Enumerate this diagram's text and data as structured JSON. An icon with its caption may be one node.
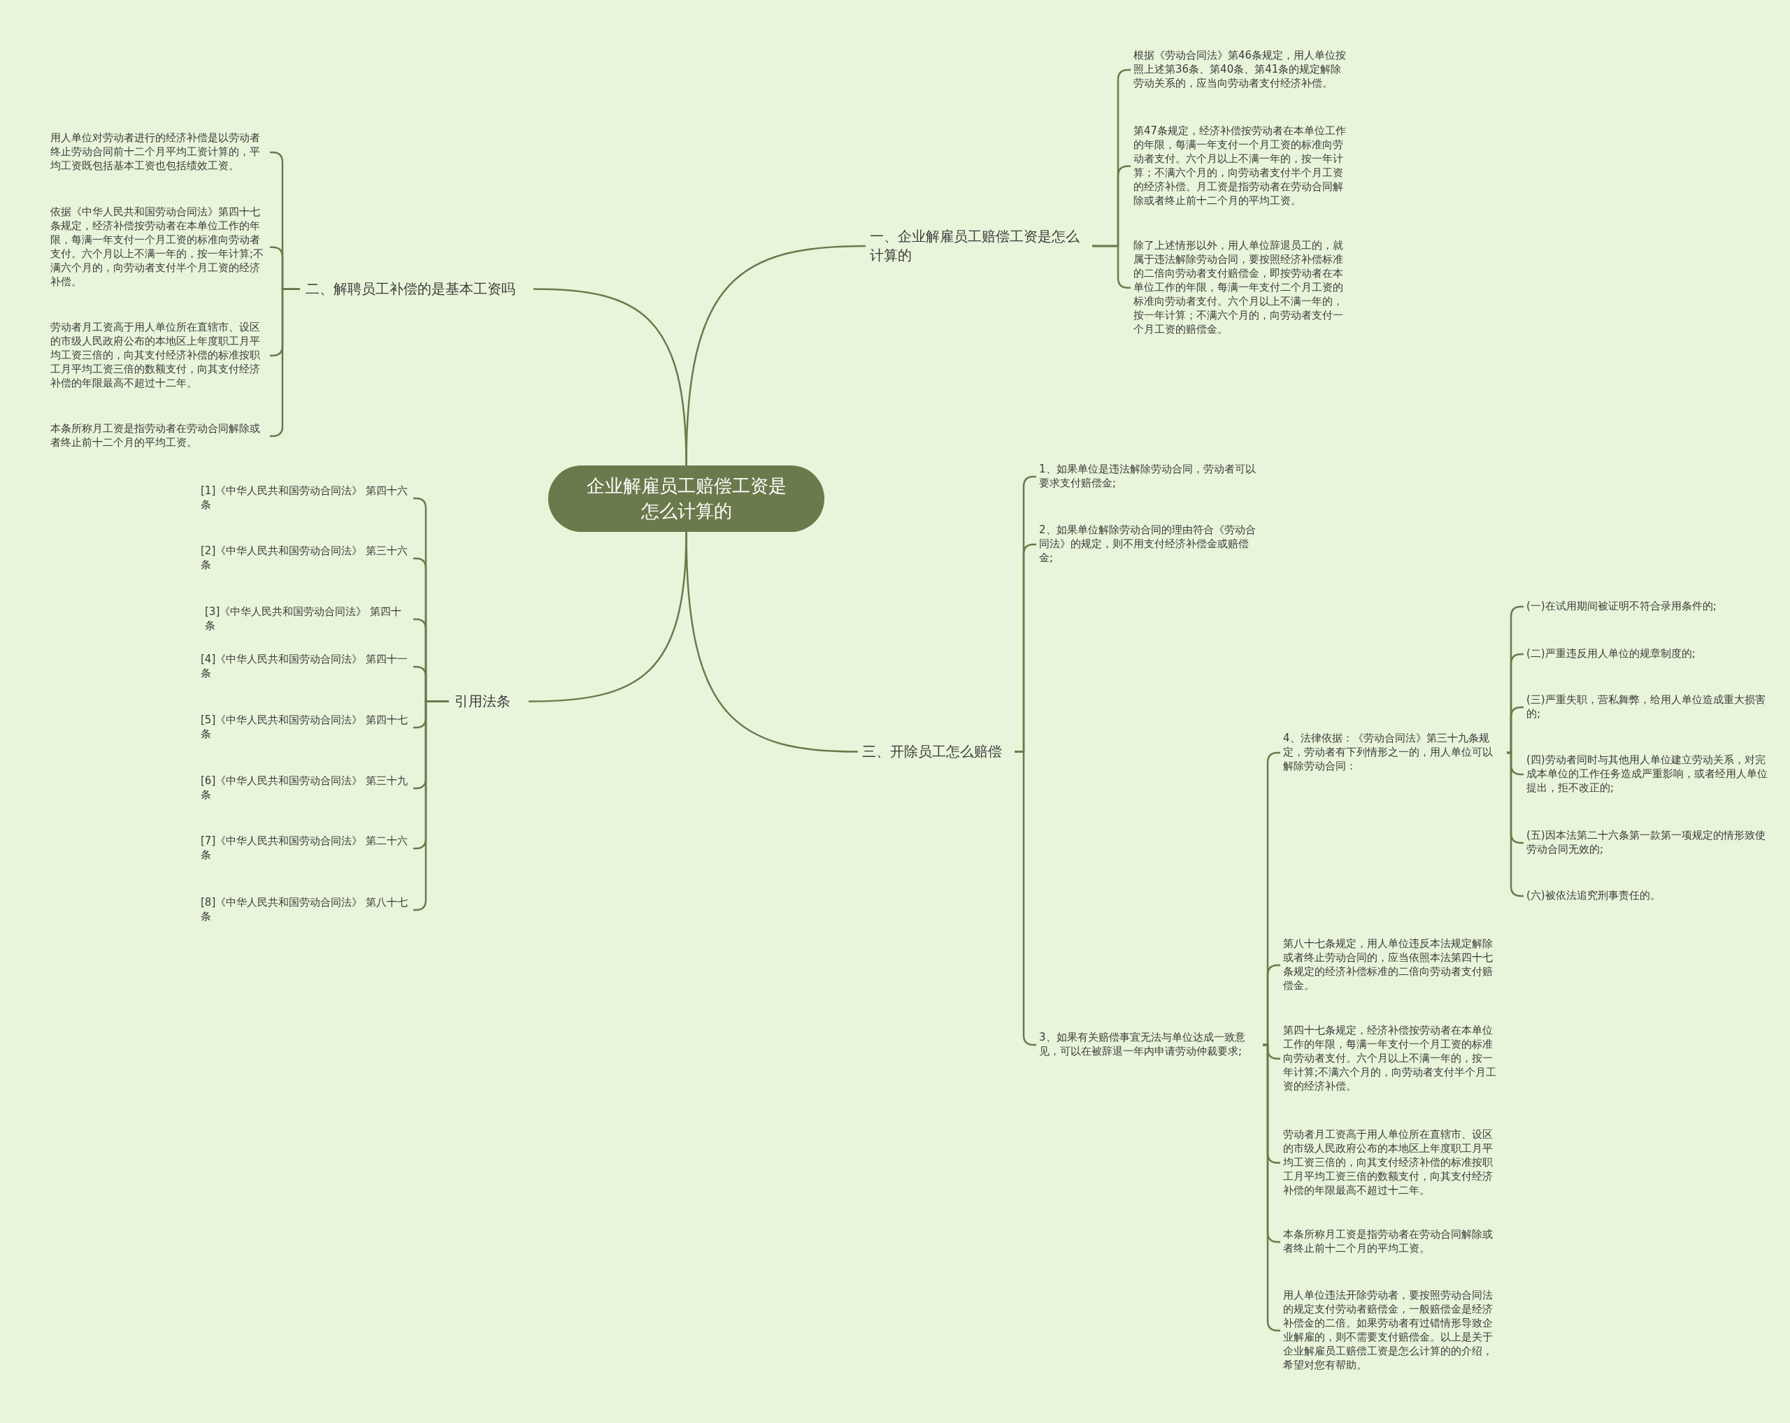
{
  "diagram": {
    "nodes": [
      {
        "text": [
          "企业解雇员工赔偿工资是怎么计算的"
        ]
      },
      {
        "text": [
          "一、企业解雇员工赔偿工资是怎么计算的"
        ]
      },
      {
        "text": [
          "根据《劳动合同法》第46条规定，用人单位按照上述第36条、第40条、第41条的规定解除劳动关系的，应当向劳动者支付经济补偿。"
        ]
      },
      {
        "text": [
          "第47条规定，经济补偿按劳动者在本单位工作的年限，每满一年支付一个月工资的标准向劳动者支付。六个月以上不满一年的，按一年计算；不满六个月的，向劳动者支付半个月工资的经济补偿。月工资是指劳动者在劳动合同解除或者终止前十二个月的平均工资。"
        ]
      },
      {
        "text": [
          "除了上述情形以外，用人单位辞退员工的，就属于违法解除劳动合同，要按照经济补偿标准的二倍向劳动者支付赔偿金，即按劳动者在本单位工作的年限，每满一年支付二个月工资的标准向劳动者支付。六个月以上不满一年的，按一年计算；不满六个月的，向劳动者支付一个月工资的赔偿金。"
        ]
      },
      {
        "text": [
          "二、解聘员工补偿的是基本工资吗"
        ]
      },
      {
        "text": [
          "用人单位对劳动者进行的经济补偿是以劳动者终止劳动合同前十二个月平均工资计算的，平均工资既包括基本工资也包括绩效工资。"
        ]
      },
      {
        "text": [
          "依据《中华人民共和国劳动合同法》第四十七条规定，经济补偿按劳动者在本单位工作的年限，每满一年支付一个月工资的标准向劳动者支付。六个月以上不满一年的，按一年计算;不满六个月的，向劳动者支付半个月工资的经济补偿。"
        ]
      },
      {
        "text": [
          "劳动者月工资高于用人单位所在直辖市、设区的市级人民政府公布的本地区上年度职工月平均工资三倍的，向其支付经济补偿的标准按职工月平均工资三倍的数额支付，向其支付经济补偿的年限最高不超过十二年。"
        ]
      },
      {
        "text": [
          "本条所称月工资是指劳动者在劳动合同解除或者终止前十二个月的平均工资。"
        ]
      },
      {
        "text": [
          "引用法条"
        ]
      },
      {
        "text": [
          "[1]《中华人民共和国劳动合同法》 第四十六条"
        ]
      },
      {
        "text": [
          "[2]《中华人民共和国劳动合同法》 第三十六条"
        ]
      },
      {
        "text": [
          "[3]《中华人民共和国劳动合同法》 第四十条"
        ]
      },
      {
        "text": [
          "[4]《中华人民共和国劳动合同法》 第四十一条"
        ]
      },
      {
        "text": [
          "[5]《中华人民共和国劳动合同法》 第四十七条"
        ]
      },
      {
        "text": [
          "[6]《中华人民共和国劳动合同法》 第三十九条"
        ]
      },
      {
        "text": [
          "[7]《中华人民共和国劳动合同法》 第二十六条"
        ]
      },
      {
        "text": [
          "[8]《中华人民共和国劳动合同法》 第八十七条"
        ]
      },
      {
        "text": [
          "三、开除员工怎么赔偿"
        ]
      },
      {
        "text": [
          "1、如果单位是违法解除劳动合同，劳动者可以要求支付赔偿金;"
        ]
      },
      {
        "text": [
          "2、如果单位解除劳动合同的理由符合《劳动合同法》的规定，则不用支付经济补偿金或赔偿金;"
        ]
      },
      {
        "text": [
          "3、如果有关赔偿事宜无法与单位达成一致意见，可以在被辞退一年内申请劳动仲裁要求;"
        ]
      },
      {
        "text": [
          "4、法律依据：《劳动合同法》第三十九条规定，劳动者有下列情形之一的，用人单位可以解除劳动合同："
        ]
      },
      {
        "text": [
          "(一)在试用期间被证明不符合录用条件的;"
        ]
      },
      {
        "text": [
          "(二)严重违反用人单位的规章制度的;"
        ]
      },
      {
        "text": [
          "(三)严重失职，营私舞弊，给用人单位造成重大损害的;"
        ]
      },
      {
        "text": [
          "(四)劳动者同时与其他用人单位建立劳动关系，对完成本单位的工作任务造成严重影响，或者经用人单位提出，拒不改正的;"
        ]
      },
      {
        "text": [
          "(五)因本法第二十六条第一款第一项规定的情形致使劳动合同无效的;"
        ]
      },
      {
        "text": [
          "(六)被依法追究刑事责任的。"
        ]
      },
      {
        "text": [
          "第八十七条规定，用人单位违反本法规定解除或者终止劳动合同的，应当依照本法第四十七条规定的经济补偿标准的二倍向劳动者支付赔偿金。"
        ]
      },
      {
        "text": [
          "第四十七条规定，经济补偿按劳动者在本单位工作的年限，每满一年支付一个月工资的标准向劳动者支付。六个月以上不满一年的，按一年计算;不满六个月的，向劳动者支付半个月工资的经济补偿。"
        ]
      },
      {
        "text": [
          "劳动者月工资高于用人单位所在直辖市、设区的市级人民政府公布的本地区上年度职工月平均工资三倍的，向其支付经济补偿的标准按职工月平均工资三倍的数额支付，向其支付经济补偿的年限最高不超过十二年。"
        ]
      },
      {
        "text": [
          "本条所称月工资是指劳动者在劳动合同解除或者终止前十二个月的平均工资。"
        ]
      },
      {
        "text": [
          "用人单位违法开除劳动者，要按照劳动合同法的规定支付劳动者赔偿金，一般赔偿金是经济补偿金的二倍。如果劳动者有过错情形导致企业解雇的，则不需要支付赔偿金。以上是关于企业解雇员工赔偿工资是怎么计算的的介绍，希望对您有帮助。"
        ]
      }
    ],
    "edges": [
      {
        "from": 0,
        "to": 1,
        "arrow": "none"
      },
      {
        "from": 1,
        "to": 2,
        "arrow": "none"
      },
      {
        "from": 1,
        "to": 3,
        "arrow": "none"
      },
      {
        "from": 1,
        "to": 4,
        "arrow": "none"
      },
      {
        "from": 0,
        "to": 5,
        "arrow": "none"
      },
      {
        "from": 5,
        "to": 6,
        "arrow": "none"
      },
      {
        "from": 5,
        "to": 7,
        "arrow": "none"
      },
      {
        "from": 5,
        "to": 8,
        "arrow": "none"
      },
      {
        "from": 5,
        "to": 9,
        "arrow": "none"
      },
      {
        "from": 0,
        "to": 10,
        "arrow": "none"
      },
      {
        "from": 10,
        "to": 11,
        "arrow": "none"
      },
      {
        "from": 10,
        "to": 12,
        "arrow": "none"
      },
      {
        "from": 10,
        "to": 13,
        "arrow": "none"
      },
      {
        "from": 10,
        "to": 14,
        "arrow": "none"
      },
      {
        "from": 10,
        "to": 15,
        "arrow": "none"
      },
      {
        "from": 10,
        "to": 16,
        "arrow": "none"
      },
      {
        "from": 10,
        "to": 17,
        "arrow": "none"
      },
      {
        "from": 10,
        "to": 18,
        "arrow": "none"
      },
      {
        "from": 0,
        "to": 19,
        "arrow": "none"
      },
      {
        "from": 19,
        "to": 20,
        "arrow": "none"
      },
      {
        "from": 19,
        "to": 21,
        "arrow": "none"
      },
      {
        "from": 19,
        "to": 22,
        "arrow": "none"
      },
      {
        "from": 22,
        "to": 23,
        "arrow": "none"
      },
      {
        "from": 23,
        "to": 24,
        "arrow": "none"
      },
      {
        "from": 23,
        "to": 25,
        "arrow": "none"
      },
      {
        "from": 23,
        "to": 26,
        "arrow": "none"
      },
      {
        "from": 23,
        "to": 27,
        "arrow": "none"
      },
      {
        "from": 23,
        "to": 28,
        "arrow": "none"
      },
      {
        "from": 23,
        "to": 29,
        "arrow": "none"
      },
      {
        "from": 22,
        "to": 30,
        "arrow": "none"
      },
      {
        "from": 22,
        "to": 31,
        "arrow": "none"
      },
      {
        "from": 22,
        "to": 32,
        "arrow": "none"
      },
      {
        "from": 22,
        "to": 33,
        "arrow": "none"
      },
      {
        "from": 22,
        "to": 34,
        "arrow": "none"
      }
    ]
  }
}
